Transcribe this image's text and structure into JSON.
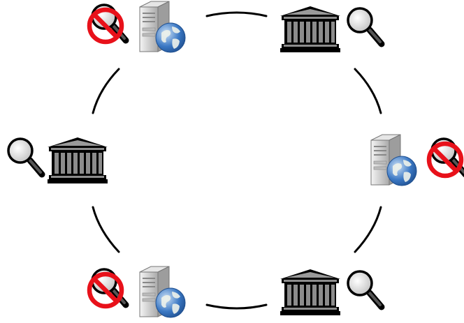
{
  "diagram": {
    "title": "",
    "node_count": 6,
    "topology": "ring",
    "nodes": [
      {
        "id": "n1",
        "kind": "web-server",
        "search_indicator": "search-blocked"
      },
      {
        "id": "n2",
        "kind": "institution",
        "search_indicator": "search-enabled"
      },
      {
        "id": "n3",
        "kind": "web-server",
        "search_indicator": "search-blocked"
      },
      {
        "id": "n4",
        "kind": "institution",
        "search_indicator": "search-enabled"
      },
      {
        "id": "n5",
        "kind": "web-server",
        "search_indicator": "search-blocked"
      },
      {
        "id": "n6",
        "kind": "institution",
        "search_indicator": "search-enabled"
      }
    ],
    "connections": [
      [
        "n1",
        "n2"
      ],
      [
        "n2",
        "n3"
      ],
      [
        "n3",
        "n4"
      ],
      [
        "n4",
        "n5"
      ],
      [
        "n5",
        "n6"
      ],
      [
        "n6",
        "n1"
      ]
    ],
    "colors": {
      "line": "#000000",
      "prohibition": "#e8111a",
      "building": "#8c8c8c",
      "server": "#d4d4d4",
      "globe": "#3b78c4",
      "magnifier_lens": "#f2f2f2"
    },
    "icons": {
      "server": "server-globe-icon",
      "institution": "bank-building-icon",
      "search": "magnifier-icon",
      "blocked": "no-entry-icon"
    }
  }
}
